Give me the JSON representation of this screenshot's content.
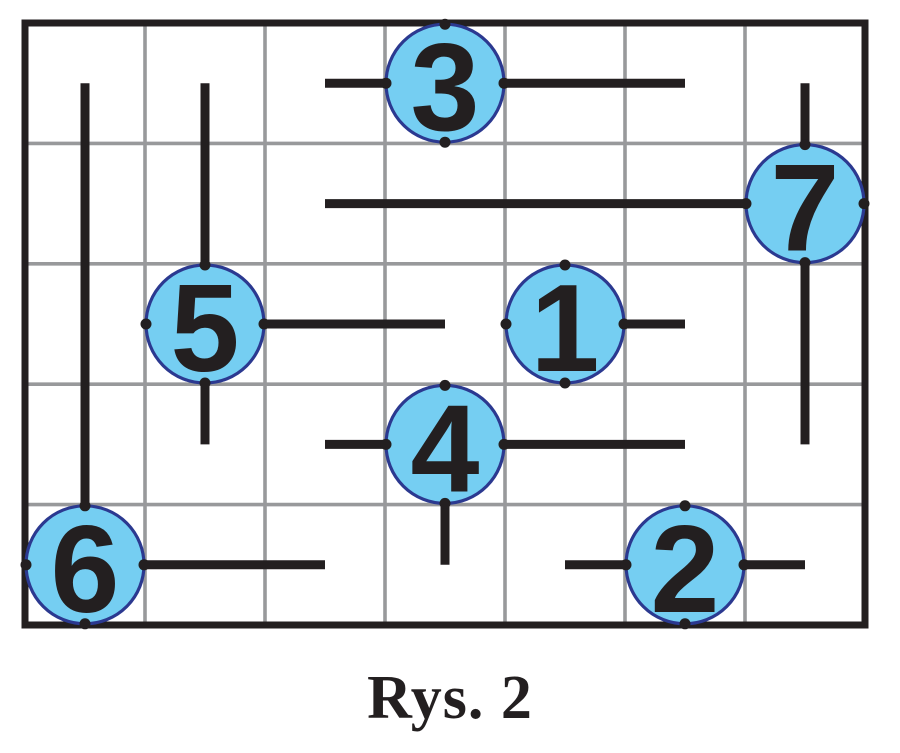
{
  "caption": "Rys. 2",
  "colors": {
    "ink": "#231f20",
    "grid_line": "#98999b",
    "circle_fill": "#75cef2",
    "circle_stroke": "#2b3990",
    "background": "#ffffff"
  },
  "grid": {
    "cols": 7,
    "rows": 5
  },
  "circles": [
    {
      "label": "3",
      "col": 3,
      "row": 0,
      "rays": [
        {
          "dir": "left",
          "cells": 1
        },
        {
          "dir": "right",
          "cells": 2
        }
      ]
    },
    {
      "label": "7",
      "col": 6,
      "row": 1,
      "rays": [
        {
          "dir": "left",
          "cells": 4
        },
        {
          "dir": "up",
          "cells": 1
        },
        {
          "dir": "down",
          "cells": 2
        }
      ]
    },
    {
      "label": "5",
      "col": 1,
      "row": 2,
      "rays": [
        {
          "dir": "up",
          "cells": 2
        },
        {
          "dir": "right",
          "cells": 2
        },
        {
          "dir": "down",
          "cells": 1
        }
      ]
    },
    {
      "label": "1",
      "col": 4,
      "row": 2,
      "rays": [
        {
          "dir": "right",
          "cells": 1
        }
      ]
    },
    {
      "label": "4",
      "col": 3,
      "row": 3,
      "rays": [
        {
          "dir": "left",
          "cells": 1
        },
        {
          "dir": "right",
          "cells": 2
        },
        {
          "dir": "down",
          "cells": 1
        }
      ]
    },
    {
      "label": "6",
      "col": 0,
      "row": 4,
      "rays": [
        {
          "dir": "up",
          "cells": 4
        },
        {
          "dir": "right",
          "cells": 2
        }
      ]
    },
    {
      "label": "2",
      "col": 5,
      "row": 4,
      "rays": [
        {
          "dir": "left",
          "cells": 1
        },
        {
          "dir": "right",
          "cells": 1
        }
      ]
    }
  ],
  "dot_points": [
    "up",
    "down",
    "left",
    "right"
  ]
}
